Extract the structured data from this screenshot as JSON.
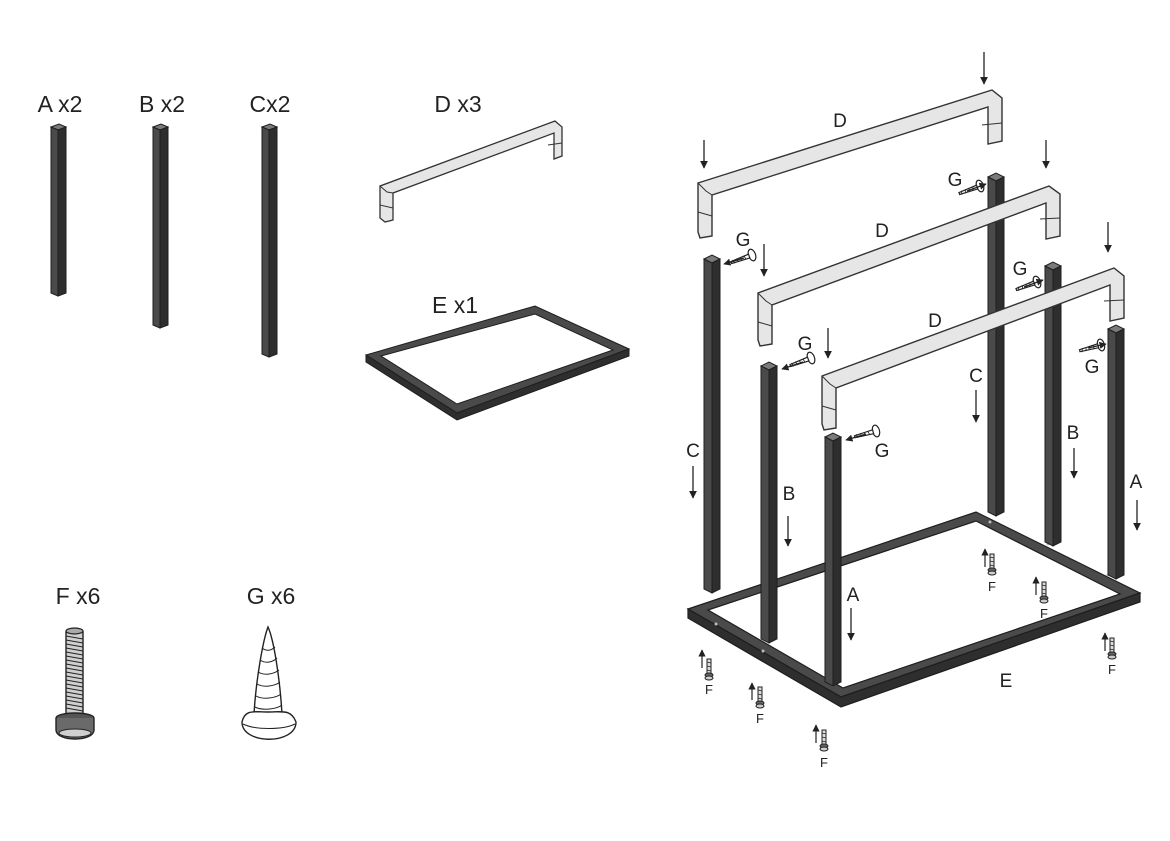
{
  "parts": {
    "a": {
      "letter": "A",
      "quantity_label": "A x2"
    },
    "b": {
      "letter": "B",
      "quantity_label": "B x2"
    },
    "c": {
      "letter": "C",
      "quantity_label": "Cx2"
    },
    "d": {
      "letter": "D",
      "quantity_label": "D x3"
    },
    "e": {
      "letter": "E",
      "quantity_label": "E x1"
    },
    "f": {
      "letter": "F",
      "quantity_label": "F x6"
    },
    "g": {
      "letter": "G",
      "quantity_label": "G x6"
    }
  },
  "colors": {
    "frame_fill": "#4a4a4a",
    "frame_stroke": "#1e1e1e",
    "handle_fill": "#e6e6e6",
    "handle_stroke": "#333333",
    "line": "#222222"
  }
}
